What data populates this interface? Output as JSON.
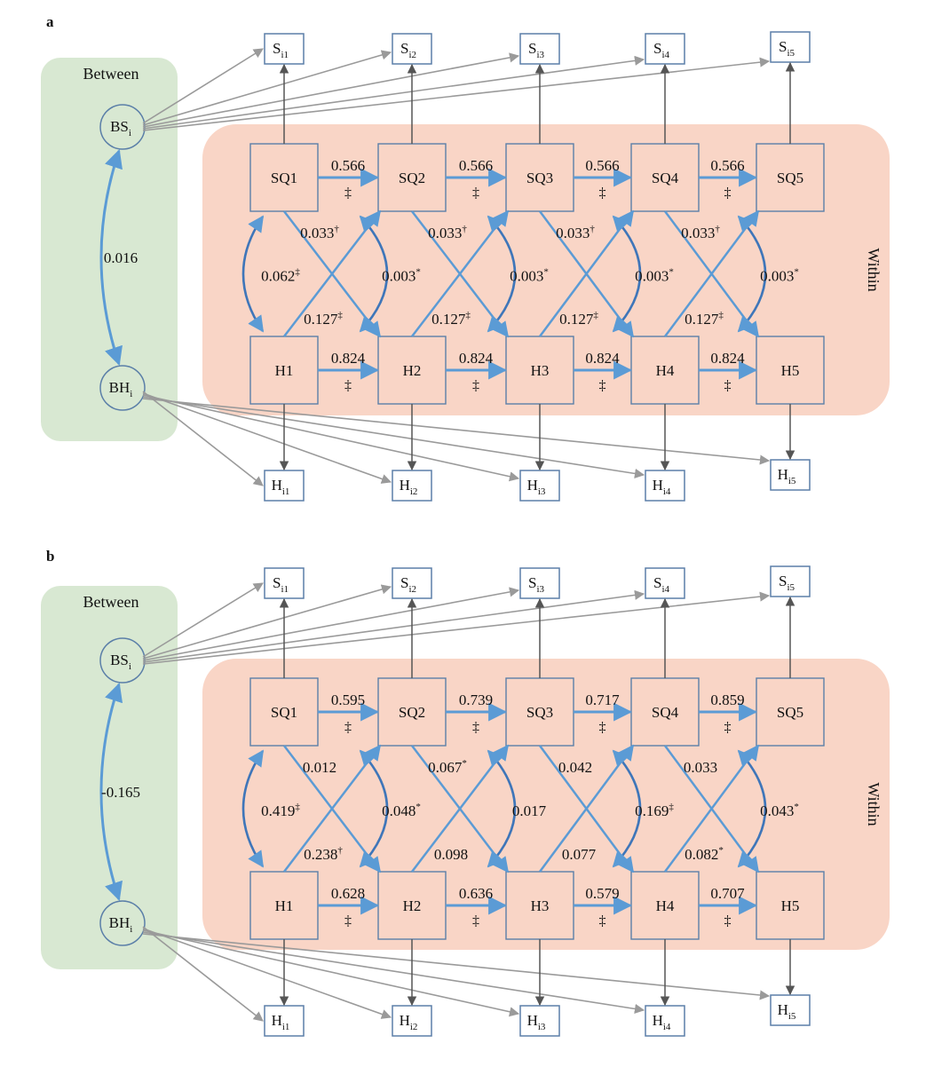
{
  "panels": [
    {
      "id": "a",
      "letter": "a",
      "between_label": "Between",
      "within_label": "Within",
      "latent_s": {
        "base": "BS",
        "sub": "i"
      },
      "latent_h": {
        "base": "BH",
        "sub": "i"
      },
      "latent_corr": "0.016",
      "indicators_s": [
        {
          "base": "S",
          "sub": "i1"
        },
        {
          "base": "S",
          "sub": "i2"
        },
        {
          "base": "S",
          "sub": "i3"
        },
        {
          "base": "S",
          "sub": "i4"
        },
        {
          "base": "S",
          "sub": "i5"
        }
      ],
      "indicators_h": [
        {
          "base": "H",
          "sub": "i1"
        },
        {
          "base": "H",
          "sub": "i2"
        },
        {
          "base": "H",
          "sub": "i3"
        },
        {
          "base": "H",
          "sub": "i4"
        },
        {
          "base": "H",
          "sub": "i5"
        }
      ],
      "sq_nodes": [
        "SQ1",
        "SQ2",
        "SQ3",
        "SQ4",
        "SQ5"
      ],
      "h_nodes": [
        "H1",
        "H2",
        "H3",
        "H4",
        "H5"
      ],
      "sq_paths": [
        {
          "value": "0.566",
          "mark": "‡"
        },
        {
          "value": "0.566",
          "mark": "‡"
        },
        {
          "value": "0.566",
          "mark": "‡"
        },
        {
          "value": "0.566",
          "mark": "‡"
        }
      ],
      "h_paths": [
        {
          "value": "0.824",
          "mark": "‡"
        },
        {
          "value": "0.824",
          "mark": "‡"
        },
        {
          "value": "0.824",
          "mark": "‡"
        },
        {
          "value": "0.824",
          "mark": "‡"
        }
      ],
      "cross_sq_to_h": [
        {
          "value": "0.033",
          "sup": "†"
        },
        {
          "value": "0.033",
          "sup": "†"
        },
        {
          "value": "0.033",
          "sup": "†"
        },
        {
          "value": "0.033",
          "sup": "†"
        }
      ],
      "cross_h_to_sq": [
        {
          "value": "0.127",
          "sup": "‡"
        },
        {
          "value": "0.127",
          "sup": "‡"
        },
        {
          "value": "0.127",
          "sup": "‡"
        },
        {
          "value": "0.127",
          "sup": "‡"
        }
      ],
      "within_corr": [
        {
          "value": "0.062",
          "sup": "‡"
        },
        {
          "value": "0.003",
          "sup": "*"
        },
        {
          "value": "0.003",
          "sup": "*"
        },
        {
          "value": "0.003",
          "sup": "*"
        },
        {
          "value": "0.003",
          "sup": "*"
        }
      ]
    },
    {
      "id": "b",
      "letter": "b",
      "between_label": "Between",
      "within_label": "Within",
      "latent_s": {
        "base": "BS",
        "sub": "i"
      },
      "latent_h": {
        "base": "BH",
        "sub": "i"
      },
      "latent_corr": "-0.165",
      "indicators_s": [
        {
          "base": "S",
          "sub": "i1"
        },
        {
          "base": "S",
          "sub": "i2"
        },
        {
          "base": "S",
          "sub": "i3"
        },
        {
          "base": "S",
          "sub": "i4"
        },
        {
          "base": "S",
          "sub": "i5"
        }
      ],
      "indicators_h": [
        {
          "base": "H",
          "sub": "i1"
        },
        {
          "base": "H",
          "sub": "i2"
        },
        {
          "base": "H",
          "sub": "i3"
        },
        {
          "base": "H",
          "sub": "i4"
        },
        {
          "base": "H",
          "sub": "i5"
        }
      ],
      "sq_nodes": [
        "SQ1",
        "SQ2",
        "SQ3",
        "SQ4",
        "SQ5"
      ],
      "h_nodes": [
        "H1",
        "H2",
        "H3",
        "H4",
        "H5"
      ],
      "sq_paths": [
        {
          "value": "0.595",
          "mark": "‡"
        },
        {
          "value": "0.739",
          "mark": "‡"
        },
        {
          "value": "0.717",
          "mark": "‡"
        },
        {
          "value": "0.859",
          "mark": "‡"
        }
      ],
      "h_paths": [
        {
          "value": "0.628",
          "mark": "‡"
        },
        {
          "value": "0.636",
          "mark": "‡"
        },
        {
          "value": "0.579",
          "mark": "‡"
        },
        {
          "value": "0.707",
          "mark": "‡"
        }
      ],
      "cross_sq_to_h": [
        {
          "value": "0.012",
          "sup": ""
        },
        {
          "value": "0.067",
          "sup": "*"
        },
        {
          "value": "0.042",
          "sup": ""
        },
        {
          "value": "0.033",
          "sup": ""
        }
      ],
      "cross_h_to_sq": [
        {
          "value": "0.238",
          "sup": "†"
        },
        {
          "value": "0.098",
          "sup": ""
        },
        {
          "value": "0.077",
          "sup": ""
        },
        {
          "value": "0.082",
          "sup": "*"
        }
      ],
      "within_corr": [
        {
          "value": "0.419",
          "sup": "‡"
        },
        {
          "value": "0.048",
          "sup": "*"
        },
        {
          "value": "0.017",
          "sup": ""
        },
        {
          "value": "0.169",
          "sup": "‡"
        },
        {
          "value": "0.043",
          "sup": "*"
        }
      ]
    }
  ],
  "colors": {
    "between_fill": "#d8e8d2",
    "within_fill": "#f9d5c6",
    "node_stroke": "#5b7fa8",
    "blue_arrow": "#5b9bd5",
    "gray_arrow": "#9a9a9a",
    "dark_arrow": "#555555"
  }
}
